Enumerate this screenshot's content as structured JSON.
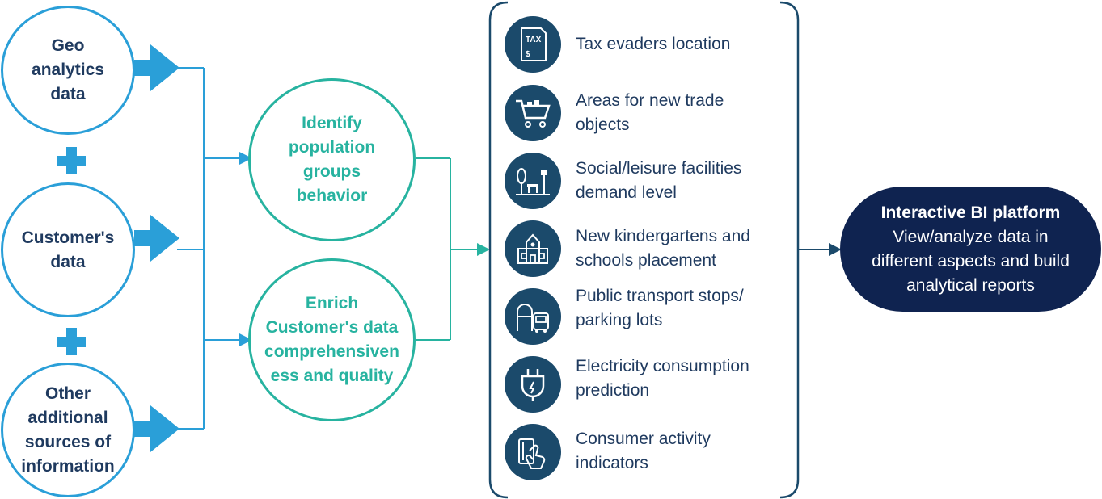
{
  "sources": [
    {
      "label": "Geo\nanalytics\ndata"
    },
    {
      "label": "Customer's\ndata"
    },
    {
      "label": "Other\nadditional\nsources of\ninformation"
    }
  ],
  "processes": [
    {
      "label": "Identify\npopulation\ngroups\nbehavior"
    },
    {
      "label": "Enrich\nCustomer's data\ncomprehensiven\ness and quality"
    }
  ],
  "outcomes": [
    {
      "icon": "tax-document-icon",
      "label": "Tax evaders location",
      "tax_text": "TAX",
      "dollar": "$"
    },
    {
      "icon": "shopping-cart-icon",
      "label": "Areas for new trade\nobjects"
    },
    {
      "icon": "park-icon",
      "label": "Social/leisure facilities\ndemand level"
    },
    {
      "icon": "school-building-icon",
      "label": "New kindergartens and\nschools placement"
    },
    {
      "icon": "bus-stop-icon",
      "label": "Public transport stops/\nparking lots"
    },
    {
      "icon": "electric-plug-icon",
      "label": "Electricity consumption\nprediction"
    },
    {
      "icon": "card-payment-icon",
      "label": "Consumer activity\nindicators"
    }
  ],
  "bi_platform": {
    "title": "Interactive BI platform",
    "body": "View/analyze data in\ndifferent aspects and build\nanalytical reports"
  },
  "colors": {
    "source_border": "#2a9fd8",
    "process_border": "#27b3a0",
    "connector_blue": "#2a9fd8",
    "connector_teal": "#27b3a0",
    "icon_bg": "#1b4a6b",
    "bi_bg": "#0f2350",
    "text_dark": "#1f3a5f"
  }
}
